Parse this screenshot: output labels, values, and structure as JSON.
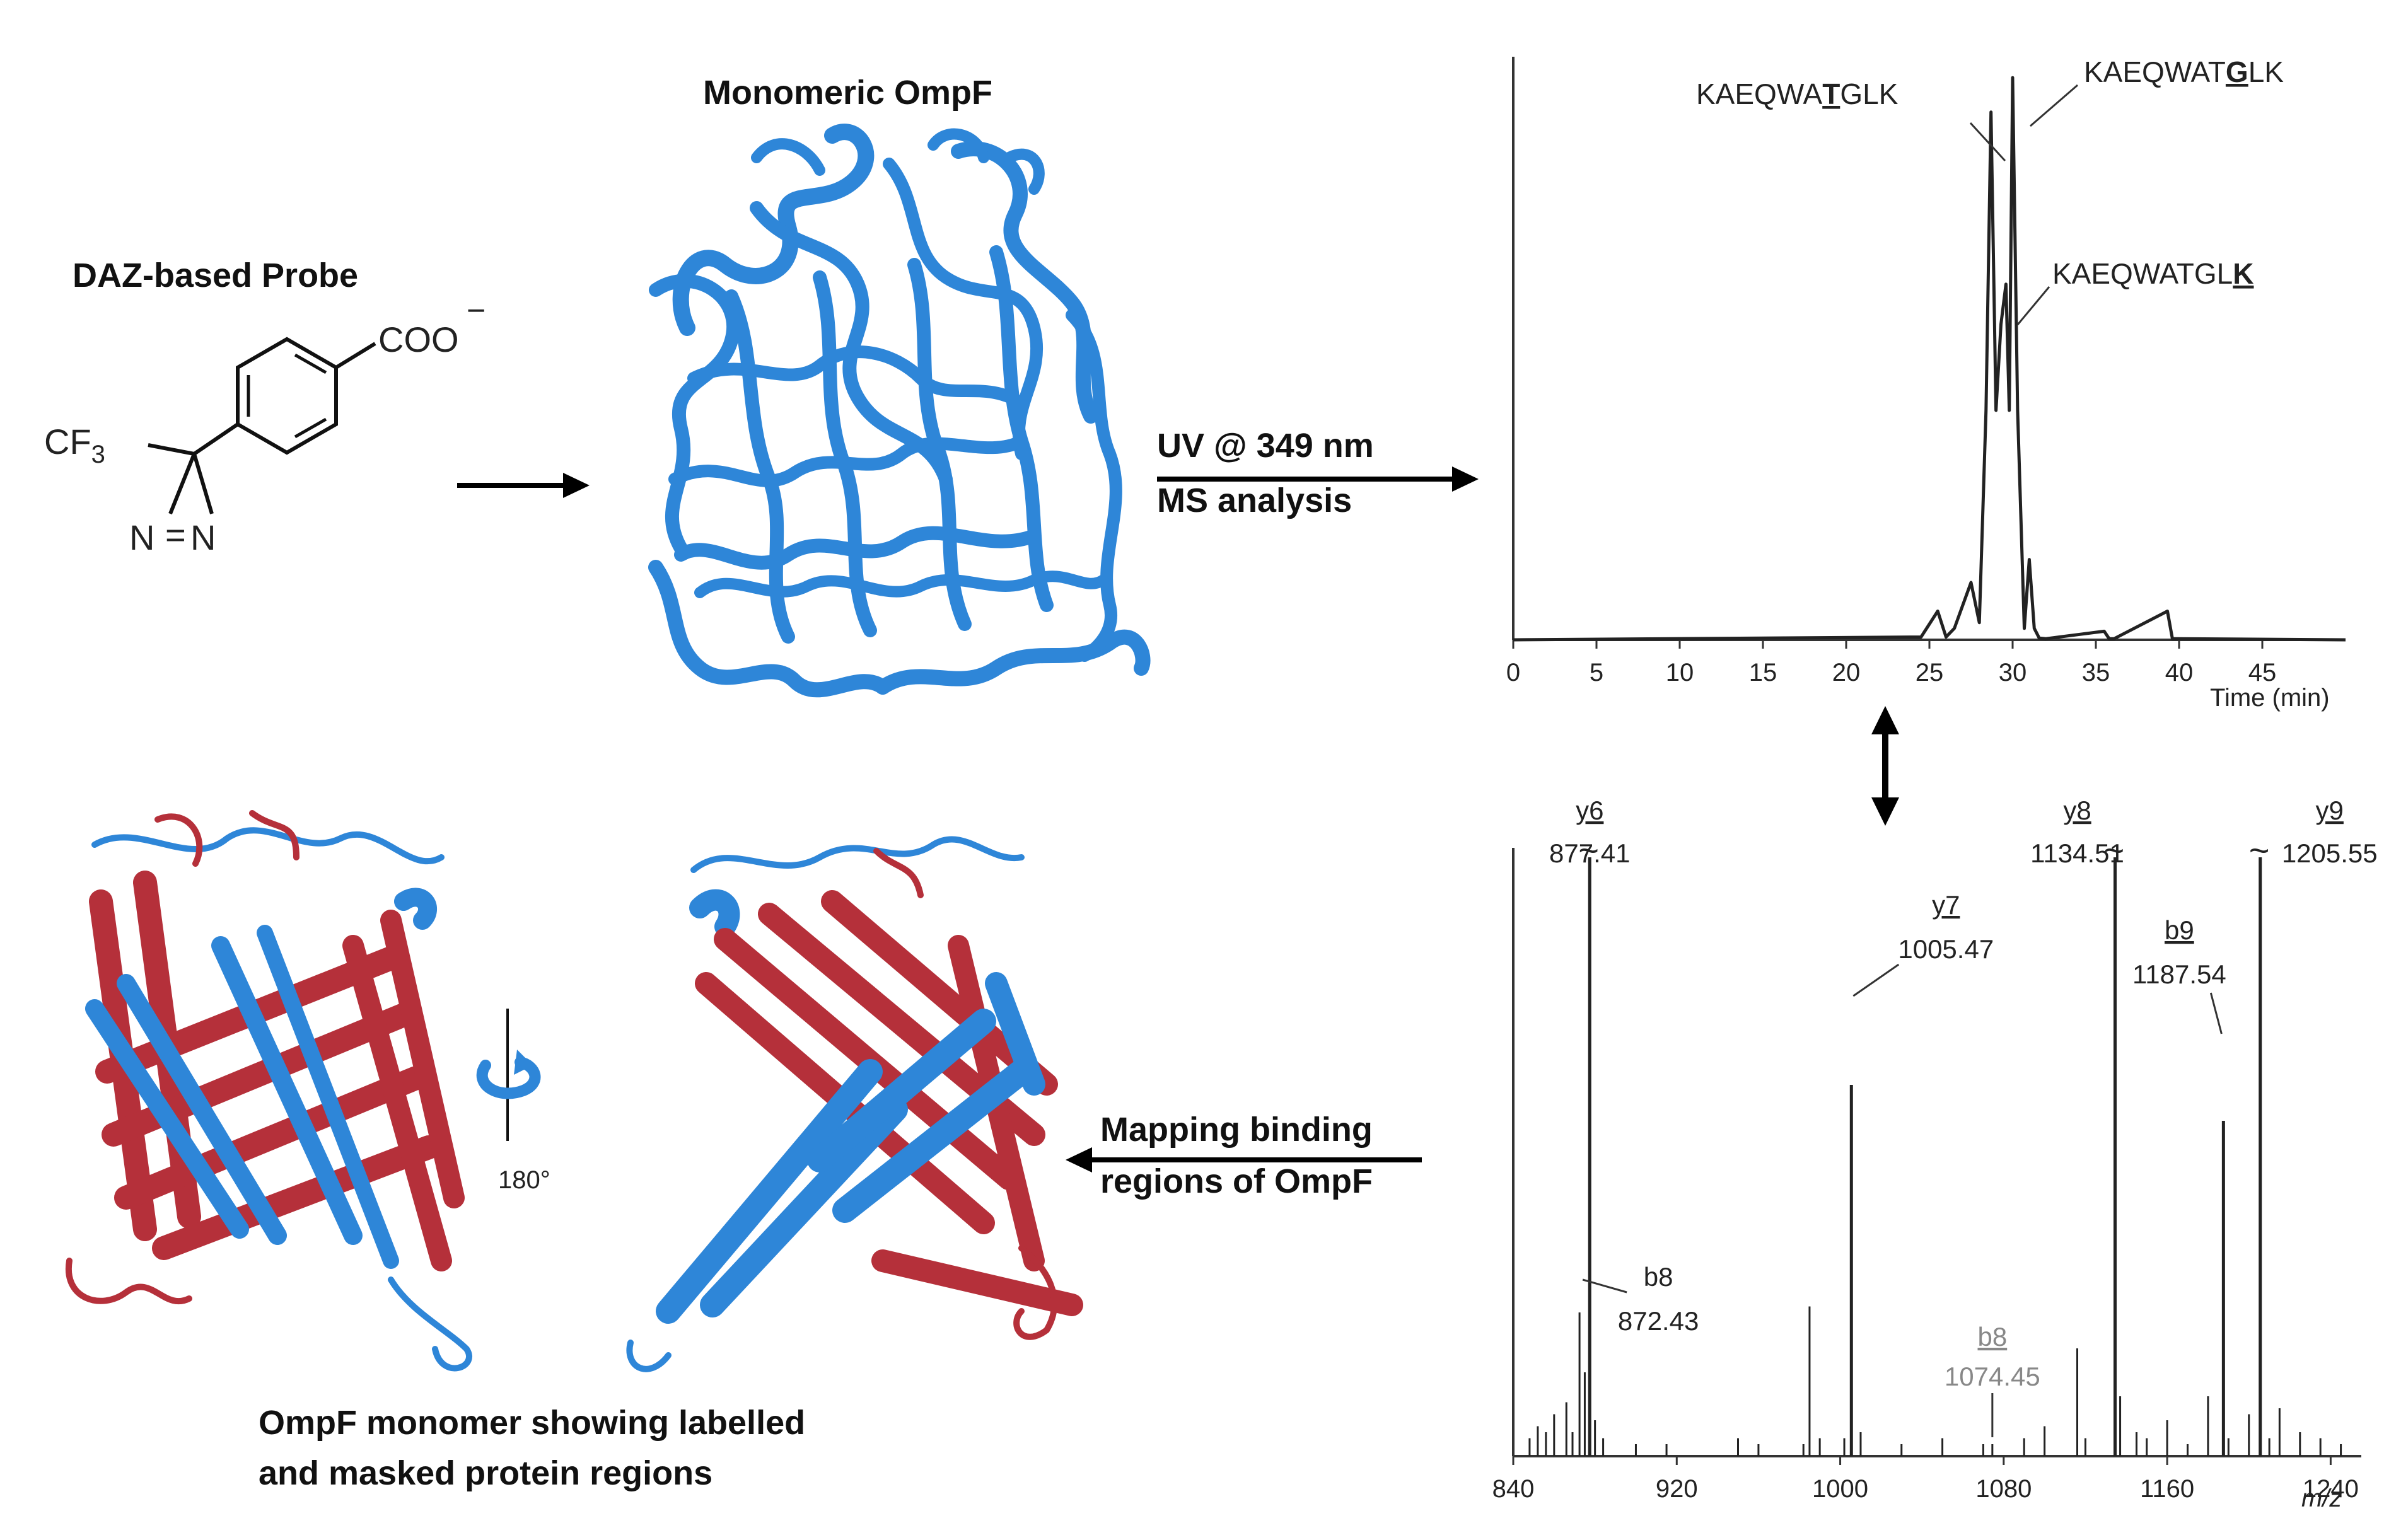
{
  "probe": {
    "title": "DAZ-based Probe",
    "coo": "COO",
    "charge": "−",
    "cf3": "CF",
    "cf3_sub": "3",
    "n_left": "N",
    "n_eq": "=",
    "n_right": "N"
  },
  "ompf": {
    "title": "Monomeric OmpF"
  },
  "step_uv": {
    "line1": "UV @ 349 nm",
    "line2": "MS analysis"
  },
  "step_map": {
    "line1": "Mapping binding",
    "line2": "regions of OmpF"
  },
  "rotation": {
    "label": "180°"
  },
  "monomer_caption": {
    "line1": "OmpF monomer showing labelled",
    "line2": "and masked protein regions"
  },
  "colors": {
    "blue": "#2e86d8",
    "red": "#b5303a",
    "trace": "#222222"
  },
  "chart_data": [
    {
      "type": "line",
      "title": "",
      "xlabel": "Time (min)",
      "ylabel": "",
      "xlim": [
        0,
        50
      ],
      "xticks": [
        "0",
        "5",
        "10",
        "15",
        "20",
        "25",
        "30",
        "35",
        "40",
        "45"
      ],
      "grid": false,
      "annotations": [
        {
          "text": "KAEQWATGLK",
          "underlined_index": 6,
          "x": 28.7
        },
        {
          "text": "KAEQWATGLK",
          "underlined_index": 7,
          "x": 30.0
        },
        {
          "text": "KAEQWATGLK",
          "underlined_index": 9,
          "x": 29.5
        }
      ],
      "series": [
        {
          "x": [
            0,
            24.5,
            25.5,
            26.0,
            26.5,
            27.5,
            28.0,
            28.4,
            28.7,
            29.0,
            29.3,
            29.6,
            29.8,
            30.0,
            30.3,
            30.7,
            31.0,
            31.3,
            31.6,
            32.0,
            35.5,
            35.8,
            36.1,
            39.3,
            39.6,
            39.9,
            50
          ],
          "y": [
            0,
            0.5,
            5,
            0.5,
            2,
            10,
            3,
            40,
            92,
            40,
            55,
            62,
            40,
            98,
            40,
            2,
            14,
            2,
            0.3,
            0.2,
            1.5,
            0.2,
            0.2,
            5,
            0.2,
            0.2,
            0
          ]
        }
      ]
    },
    {
      "type": "bar",
      "title": "",
      "xlabel": "m/z",
      "ylabel": "",
      "xlim": [
        840,
        1255
      ],
      "xticks": [
        "840",
        "920",
        "1000",
        "1080",
        "1160",
        "1240"
      ],
      "grid": false,
      "peak_labels": [
        {
          "ion": "y6",
          "mz": "877.41",
          "x": 877.41
        },
        {
          "ion": "b8",
          "mz": "872.43",
          "x": 872.43
        },
        {
          "ion": "y7",
          "mz": "1005.47",
          "x": 1005.47
        },
        {
          "ion": "b8",
          "mz": "1074.45",
          "x": 1074.45,
          "muted": true
        },
        {
          "ion": "y8",
          "mz": "1134.51",
          "x": 1134.51
        },
        {
          "ion": "b9",
          "mz": "1187.54",
          "x": 1187.54
        },
        {
          "ion": "y9",
          "mz": "1205.55",
          "x": 1205.55
        }
      ],
      "series": [
        {
          "x": [
            848,
            852,
            856,
            860,
            866,
            869,
            872.43,
            875,
            877.41,
            880,
            884,
            900,
            915,
            950,
            960,
            982,
            985,
            990,
            1002,
            1005.47,
            1010,
            1030,
            1050,
            1070,
            1074.45,
            1090,
            1100,
            1116,
            1120,
            1134.51,
            1137,
            1145,
            1150,
            1160,
            1170,
            1180,
            1187.54,
            1190,
            1200,
            1205.55,
            1210,
            1215,
            1225,
            1235,
            1245
          ],
          "y": [
            3,
            5,
            4,
            7,
            9,
            4,
            24,
            14,
            100,
            6,
            3,
            2,
            2,
            3,
            2,
            2,
            25,
            3,
            3,
            62,
            4,
            2,
            3,
            2,
            2,
            3,
            5,
            18,
            3,
            100,
            10,
            4,
            3,
            6,
            2,
            10,
            56,
            3,
            7,
            100,
            3,
            8,
            4,
            3,
            2
          ]
        }
      ]
    }
  ]
}
